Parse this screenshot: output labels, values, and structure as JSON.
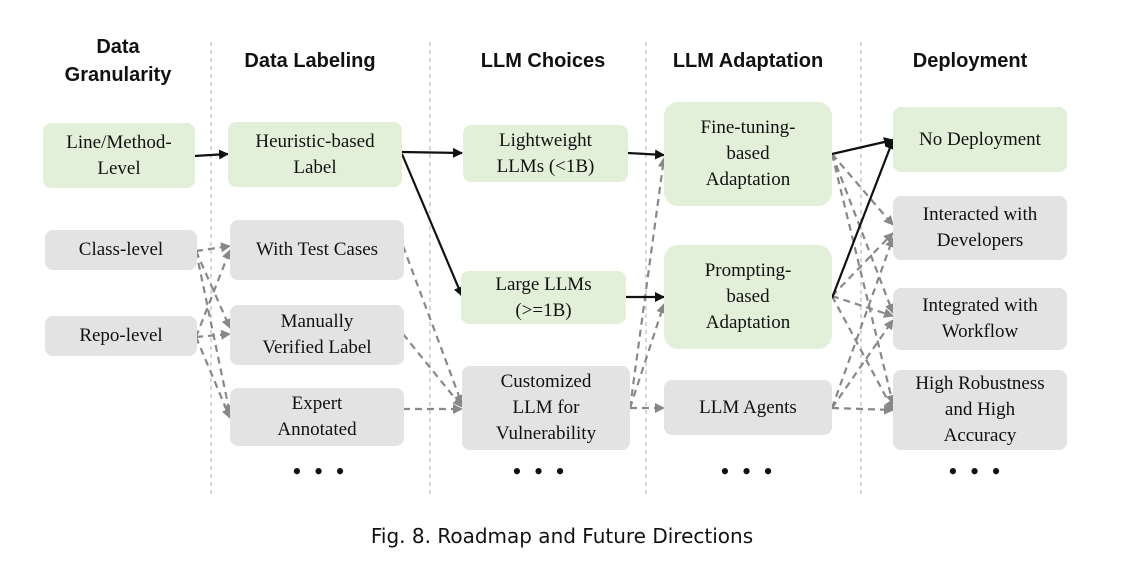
{
  "columns": {
    "granularity": "Data\nGranularity",
    "labeling": "Data Labeling",
    "choices": "LLM Choices",
    "adaptation": "LLM Adaptation",
    "deployment": "Deployment"
  },
  "nodes": {
    "line_method": "Line/Method-\nLevel",
    "class_level": "Class-level",
    "repo_level": "Repo-level",
    "heuristic": "Heuristic-based\nLabel",
    "test_cases": "With Test Cases",
    "manual": "Manually\nVerified Label",
    "expert": "Expert\nAnnotated",
    "lightweight": "Lightweight\nLLMs (<1B)",
    "large": "Large LLMs\n(>=1B)",
    "customized": "Customized\nLLM for\nVulnerability",
    "finetuning": "Fine-tuning-\nbased\nAdaptation",
    "prompting": "Prompting-\nbased\nAdaptation",
    "agents": "LLM Agents",
    "no_deploy": "No Deployment",
    "interacted": "Interacted with\nDevelopers",
    "integrated": "Integrated with\nWorkflow",
    "robust": "High Robustness\nand High\nAccuracy"
  },
  "ellipsis": "• • •",
  "caption": "Fig. 8.  Roadmap and Future Directions",
  "colors": {
    "highlight_fill": "#e3f0d9",
    "future_fill": "#e3e3e3",
    "solid_arrow": "#111111",
    "dashed_arrow": "#888888",
    "divider": "#bbbbbb"
  }
}
